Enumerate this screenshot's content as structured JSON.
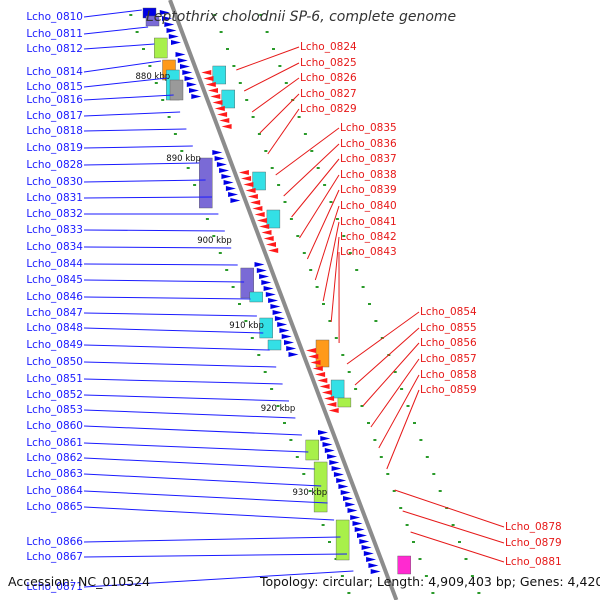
{
  "title": "Leptothrix cholodnii SP-6, complete genome",
  "footer": {
    "accession": "Accession: NC_010524",
    "summary": "Topology: circular; Length: 4,909,403 bp; Genes: 4,420"
  },
  "colors": {
    "backbone": "#8c8c8c",
    "reverse_label": "#1a1aff",
    "forward_label": "#e61919",
    "cds_reverse": "#0000e6",
    "cds_forward": "#ff1a1a",
    "cog_cyan": "#33e0e6",
    "cog_lime": "#a8f04a",
    "cog_purple": "#7a6ad6",
    "cog_gray": "#9a9a9a",
    "cog_orange": "#ff9a1a",
    "cog_magenta": "#ff2ad0",
    "tick_green": "#2a9a2a"
  },
  "scale_ticks": [
    "880 kbp",
    "890 kbp",
    "900 kbp",
    "910 kbp",
    "920 kbp",
    "930 kbp"
  ],
  "reverse_strand_genes": [
    "Lcho_0810",
    "Lcho_0811",
    "Lcho_0812",
    "Lcho_0814",
    "Lcho_0815",
    "Lcho_0816",
    "Lcho_0817",
    "Lcho_0818",
    "Lcho_0819",
    "Lcho_0828",
    "Lcho_0830",
    "Lcho_0831",
    "Lcho_0832",
    "Lcho_0833",
    "Lcho_0834",
    "Lcho_0844",
    "Lcho_0845",
    "Lcho_0846",
    "Lcho_0847",
    "Lcho_0848",
    "Lcho_0849",
    "Lcho_0850",
    "Lcho_0851",
    "Lcho_0852",
    "Lcho_0853",
    "Lcho_0860",
    "Lcho_0861",
    "Lcho_0862",
    "Lcho_0863",
    "Lcho_0864",
    "Lcho_0865",
    "Lcho_0866",
    "Lcho_0867",
    "Lcho_0871"
  ],
  "forward_strand_genes": [
    "Lcho_0824",
    "Lcho_0825",
    "Lcho_0826",
    "Lcho_0827",
    "Lcho_0829",
    "Lcho_0835",
    "Lcho_0836",
    "Lcho_0837",
    "Lcho_0838",
    "Lcho_0839",
    "Lcho_0840",
    "Lcho_0841",
    "Lcho_0842",
    "Lcho_0843",
    "Lcho_0854",
    "Lcho_0855",
    "Lcho_0856",
    "Lcho_0857",
    "Lcho_0858",
    "Lcho_0859",
    "Lcho_0878",
    "Lcho_0879",
    "Lcho_0881"
  ]
}
